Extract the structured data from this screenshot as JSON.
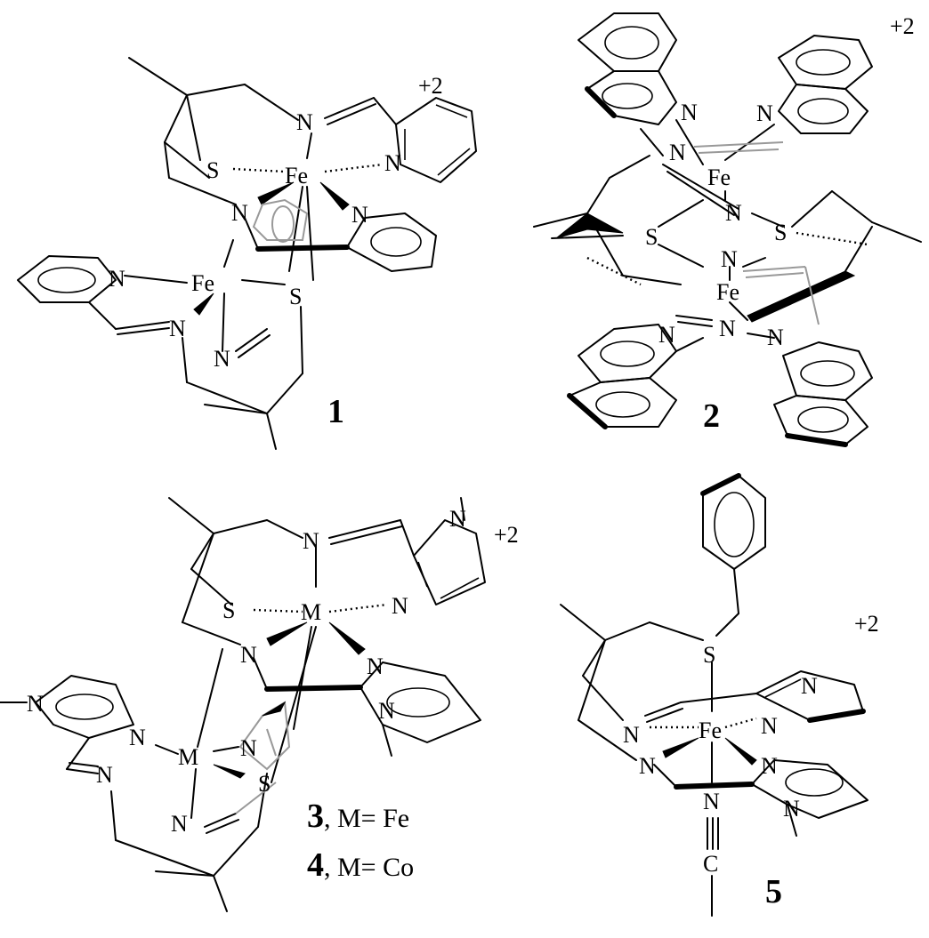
{
  "complexes": [
    {
      "id": "1",
      "charge": "+2",
      "metal": "Fe",
      "atoms": {
        "N": "N",
        "S": "S"
      }
    },
    {
      "id": "2",
      "charge": "+2",
      "metal": "Fe",
      "atoms": {
        "N": "N",
        "S": "S"
      }
    },
    {
      "id": "3",
      "charge": "+2",
      "metal": "M",
      "label_sep": ", M= Fe"
    },
    {
      "id": "4",
      "label_sep": ", M= Co"
    },
    {
      "id": "5",
      "charge": "+2",
      "metal": "Fe",
      "atoms": {
        "N": "N",
        "S": "S",
        "C": "C"
      }
    }
  ]
}
